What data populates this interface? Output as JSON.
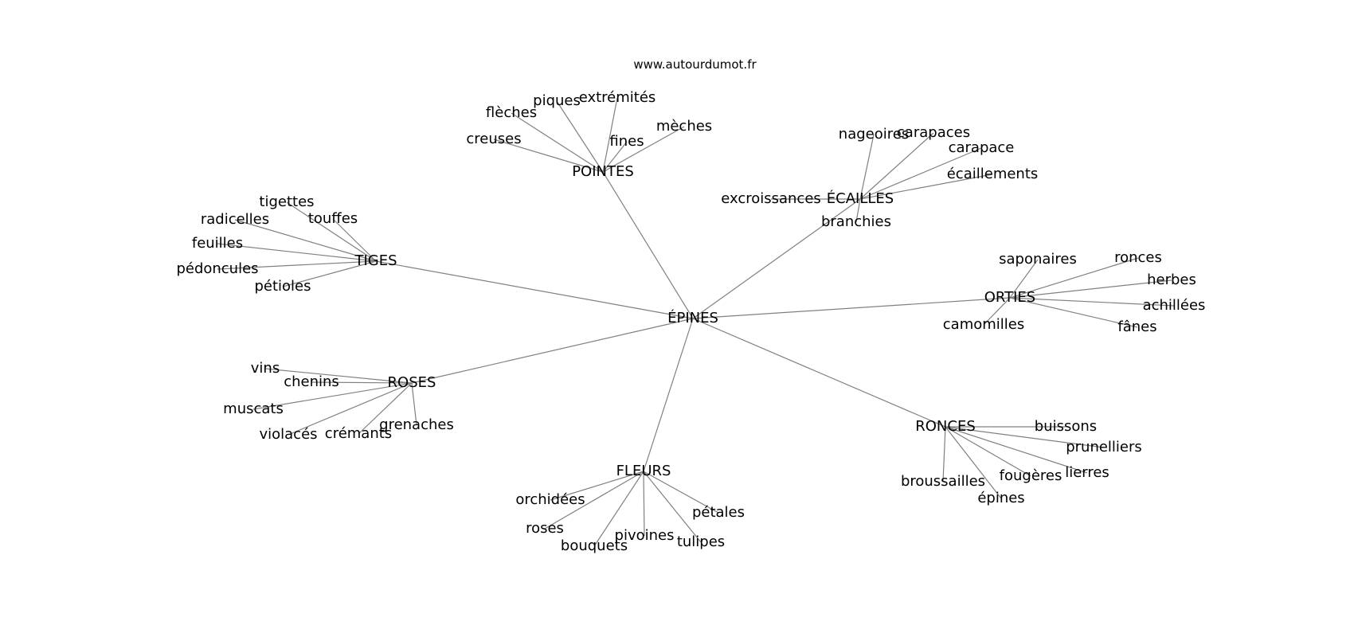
{
  "site": "www.autourdumot.fr",
  "graph": {
    "center": "ÉPINES",
    "clusters": [
      {
        "word": "POINTES",
        "related": [
          "creuses",
          "flèches",
          "piques",
          "extrémités",
          "fines",
          "mèches"
        ]
      },
      {
        "word": "ÉCAILLES",
        "related": [
          "nageoires",
          "carapaces",
          "carapace",
          "écaillements",
          "excroissances",
          "branchies"
        ]
      },
      {
        "word": "TIGES",
        "related": [
          "tigettes",
          "radicelles",
          "touffes",
          "feuilles",
          "pédoncules",
          "pétioles"
        ]
      },
      {
        "word": "ORTIES",
        "related": [
          "saponaires",
          "ronces",
          "herbes",
          "achillées",
          "fânes",
          "camomilles"
        ]
      },
      {
        "word": "ROSES",
        "related": [
          "vins",
          "chenins",
          "muscats",
          "violacés",
          "crémants",
          "grenaches"
        ]
      },
      {
        "word": "RONCES",
        "related": [
          "buissons",
          "prunelliers",
          "lierres",
          "fougères",
          "broussailles",
          "épines"
        ]
      },
      {
        "word": "FLEURS",
        "related": [
          "orchidées",
          "roses",
          "bouquets",
          "pivoines",
          "tulipes",
          "pétales"
        ]
      }
    ]
  }
}
